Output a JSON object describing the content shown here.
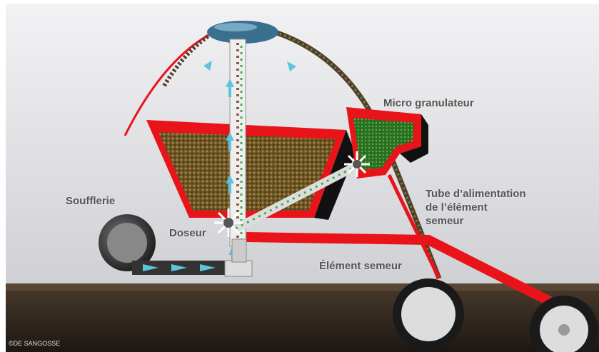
{
  "labels": {
    "micro_granulateur": "Micro granulateur",
    "tube_line1": "Tube d’alimentation",
    "tube_line2": "de l’élément",
    "tube_line3": "semeur",
    "soufflerie": "Soufflerie",
    "doseur": "Doseur",
    "element_semeur": "Élément semeur"
  },
  "copyright": "©DE SANGOSSE",
  "colors": {
    "frame": "#e8141a",
    "seed": "#6b5424",
    "granule": "#2f7a26",
    "air": "#5ec3dc"
  }
}
